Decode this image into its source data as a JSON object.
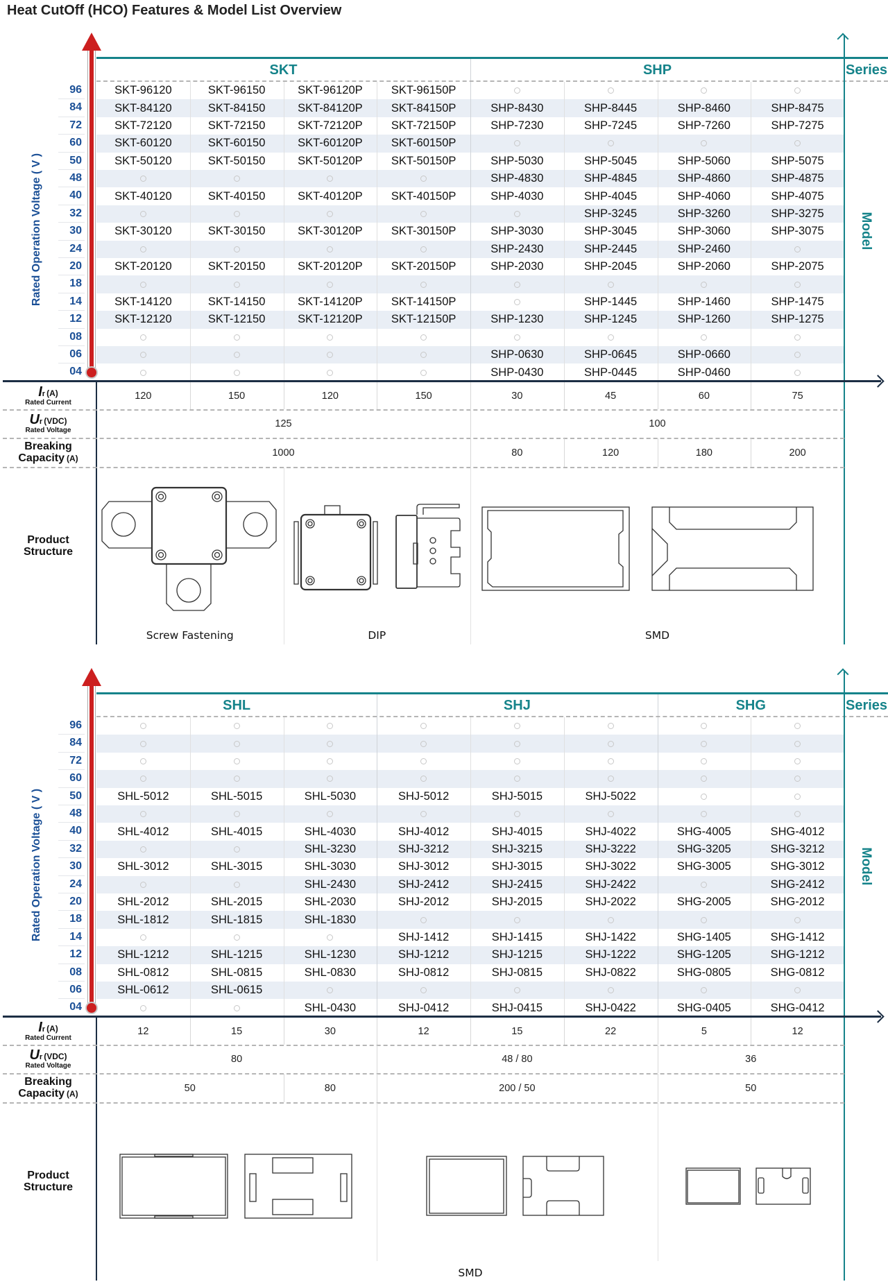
{
  "title": "Heat CutOff  (HCO) Features & Model List Overview",
  "axis": {
    "y_label": "Rated Operation Voltage ( V )",
    "series_label": "Series",
    "model_label": "Model"
  },
  "row_labels": {
    "ir": {
      "symbol": "I",
      "sub": "r",
      "unit": "(A)",
      "caption": "Rated Current"
    },
    "ur": {
      "symbol": "U",
      "sub": "r",
      "unit": "(VDC)",
      "caption": "Rated Voltage"
    },
    "breaking": {
      "line1": "Breaking",
      "line2": "Capacity",
      "unit": "(A)"
    },
    "structure": {
      "line1": "Product",
      "line2": "Structure"
    }
  },
  "colors": {
    "teal": "#15838a",
    "red": "#cc1f1f",
    "navy": "#1c2e44",
    "blue_label": "#1a4f96",
    "row_shade": "#e9eef5"
  },
  "voltages": [
    "96",
    "84",
    "72",
    "60",
    "50",
    "48",
    "40",
    "32",
    "30",
    "24",
    "20",
    "18",
    "14",
    "12",
    "08",
    "06",
    "04"
  ],
  "sections": [
    {
      "series": [
        {
          "name": "SKT",
          "span": 4
        },
        {
          "name": "SHP",
          "span": 4
        }
      ],
      "models": [
        [
          "SKT-96120",
          "SKT-96150",
          "SKT-96120P",
          "SKT-96150P",
          "",
          "",
          "",
          ""
        ],
        [
          "SKT-84120",
          "SKT-84150",
          "SKT-84120P",
          "SKT-84150P",
          "SHP-8430",
          "SHP-8445",
          "SHP-8460",
          "SHP-8475"
        ],
        [
          "SKT-72120",
          "SKT-72150",
          "SKT-72120P",
          "SKT-72150P",
          "SHP-7230",
          "SHP-7245",
          "SHP-7260",
          "SHP-7275"
        ],
        [
          "SKT-60120",
          "SKT-60150",
          "SKT-60120P",
          "SKT-60150P",
          "",
          "",
          "",
          ""
        ],
        [
          "SKT-50120",
          "SKT-50150",
          "SKT-50120P",
          "SKT-50150P",
          "SHP-5030",
          "SHP-5045",
          "SHP-5060",
          "SHP-5075"
        ],
        [
          "",
          "",
          "",
          "",
          "SHP-4830",
          "SHP-4845",
          "SHP-4860",
          "SHP-4875"
        ],
        [
          "SKT-40120",
          "SKT-40150",
          "SKT-40120P",
          "SKT-40150P",
          "SHP-4030",
          "SHP-4045",
          "SHP-4060",
          "SHP-4075"
        ],
        [
          "",
          "",
          "",
          "",
          "",
          "SHP-3245",
          "SHP-3260",
          "SHP-3275"
        ],
        [
          "SKT-30120",
          "SKT-30150",
          "SKT-30120P",
          "SKT-30150P",
          "SHP-3030",
          "SHP-3045",
          "SHP-3060",
          "SHP-3075"
        ],
        [
          "",
          "",
          "",
          "",
          "SHP-2430",
          "SHP-2445",
          "SHP-2460",
          ""
        ],
        [
          "SKT-20120",
          "SKT-20150",
          "SKT-20120P",
          "SKT-20150P",
          "SHP-2030",
          "SHP-2045",
          "SHP-2060",
          "SHP-2075"
        ],
        [
          "",
          "",
          "",
          "",
          "",
          "",
          "",
          ""
        ],
        [
          "SKT-14120",
          "SKT-14150",
          "SKT-14120P",
          "SKT-14150P",
          "",
          "SHP-1445",
          "SHP-1460",
          "SHP-1475"
        ],
        [
          "SKT-12120",
          "SKT-12150",
          "SKT-12120P",
          "SKT-12150P",
          "SHP-1230",
          "SHP-1245",
          "SHP-1260",
          "SHP-1275"
        ],
        [
          "",
          "",
          "",
          "",
          "",
          "",
          "",
          ""
        ],
        [
          "",
          "",
          "",
          "",
          "SHP-0630",
          "SHP-0645",
          "SHP-0660",
          ""
        ],
        [
          "",
          "",
          "",
          "",
          "SHP-0430",
          "SHP-0445",
          "SHP-0460",
          ""
        ]
      ],
      "rated_current": [
        {
          "v": "120",
          "span": 1
        },
        {
          "v": "150",
          "span": 1
        },
        {
          "v": "120",
          "span": 1
        },
        {
          "v": "150",
          "span": 1
        },
        {
          "v": "30",
          "span": 1
        },
        {
          "v": "45",
          "span": 1
        },
        {
          "v": "60",
          "span": 1
        },
        {
          "v": "75",
          "span": 1
        }
      ],
      "rated_voltage": [
        {
          "v": "125",
          "span": 4
        },
        {
          "v": "100",
          "span": 4
        }
      ],
      "breaking_capacity": [
        {
          "v": "1000",
          "span": 4
        },
        {
          "v": "80",
          "span": 1
        },
        {
          "v": "120",
          "span": 1
        },
        {
          "v": "180",
          "span": 1
        },
        {
          "v": "200",
          "span": 1
        }
      ],
      "structure_captions": [
        {
          "v": "Screw Fastening",
          "span": 2
        },
        {
          "v": "DIP",
          "span": 2
        },
        {
          "v": "SMD",
          "span": 4
        }
      ]
    },
    {
      "series": [
        {
          "name": "SHL",
          "span": 3
        },
        {
          "name": "SHJ",
          "span": 3
        },
        {
          "name": "SHG",
          "span": 2
        }
      ],
      "models": [
        [
          "",
          "",
          "",
          "",
          "",
          "",
          "",
          ""
        ],
        [
          "",
          "",
          "",
          "",
          "",
          "",
          "",
          ""
        ],
        [
          "",
          "",
          "",
          "",
          "",
          "",
          "",
          ""
        ],
        [
          "",
          "",
          "",
          "",
          "",
          "",
          "",
          ""
        ],
        [
          "SHL-5012",
          "SHL-5015",
          "SHL-5030",
          "SHJ-5012",
          "SHJ-5015",
          "SHJ-5022",
          "",
          ""
        ],
        [
          "",
          "",
          "",
          "",
          "",
          "",
          "",
          ""
        ],
        [
          "SHL-4012",
          "SHL-4015",
          "SHL-4030",
          "SHJ-4012",
          "SHJ-4015",
          "SHJ-4022",
          "SHG-4005",
          "SHG-4012"
        ],
        [
          "",
          "",
          "SHL-3230",
          "SHJ-3212",
          "SHJ-3215",
          "SHJ-3222",
          "SHG-3205",
          "SHG-3212"
        ],
        [
          "SHL-3012",
          "SHL-3015",
          "SHL-3030",
          "SHJ-3012",
          "SHJ-3015",
          "SHJ-3022",
          "SHG-3005",
          "SHG-3012"
        ],
        [
          "",
          "",
          "SHL-2430",
          "SHJ-2412",
          "SHJ-2415",
          "SHJ-2422",
          "",
          "SHG-2412"
        ],
        [
          "SHL-2012",
          "SHL-2015",
          "SHL-2030",
          "SHJ-2012",
          "SHJ-2015",
          "SHJ-2022",
          "SHG-2005",
          "SHG-2012"
        ],
        [
          "SHL-1812",
          "SHL-1815",
          "SHL-1830",
          "",
          "",
          "",
          "",
          ""
        ],
        [
          "",
          "",
          "",
          "SHJ-1412",
          "SHJ-1415",
          "SHJ-1422",
          "SHG-1405",
          "SHG-1412"
        ],
        [
          "SHL-1212",
          "SHL-1215",
          "SHL-1230",
          "SHJ-1212",
          "SHJ-1215",
          "SHJ-1222",
          "SHG-1205",
          "SHG-1212"
        ],
        [
          "SHL-0812",
          "SHL-0815",
          "SHL-0830",
          "SHJ-0812",
          "SHJ-0815",
          "SHJ-0822",
          "SHG-0805",
          "SHG-0812"
        ],
        [
          "SHL-0612",
          "SHL-0615",
          "",
          "",
          "",
          "",
          "",
          ""
        ],
        [
          "",
          "",
          "SHL-0430",
          "SHJ-0412",
          "SHJ-0415",
          "SHJ-0422",
          "SHG-0405",
          "SHG-0412"
        ]
      ],
      "rated_current": [
        {
          "v": "12",
          "span": 1
        },
        {
          "v": "15",
          "span": 1
        },
        {
          "v": "30",
          "span": 1
        },
        {
          "v": "12",
          "span": 1
        },
        {
          "v": "15",
          "span": 1
        },
        {
          "v": "22",
          "span": 1
        },
        {
          "v": "5",
          "span": 1
        },
        {
          "v": "12",
          "span": 1
        }
      ],
      "rated_voltage": [
        {
          "v": "80",
          "span": 3
        },
        {
          "v": "48 / 80",
          "span": 3
        },
        {
          "v": "36",
          "span": 2
        }
      ],
      "breaking_capacity": [
        {
          "v": "50",
          "span": 2
        },
        {
          "v": "80",
          "span": 1
        },
        {
          "v": "200 / 50",
          "span": 3
        },
        {
          "v": "50",
          "span": 2
        }
      ],
      "structure_captions": [
        {
          "v": "SMD",
          "span": 8
        }
      ]
    }
  ]
}
